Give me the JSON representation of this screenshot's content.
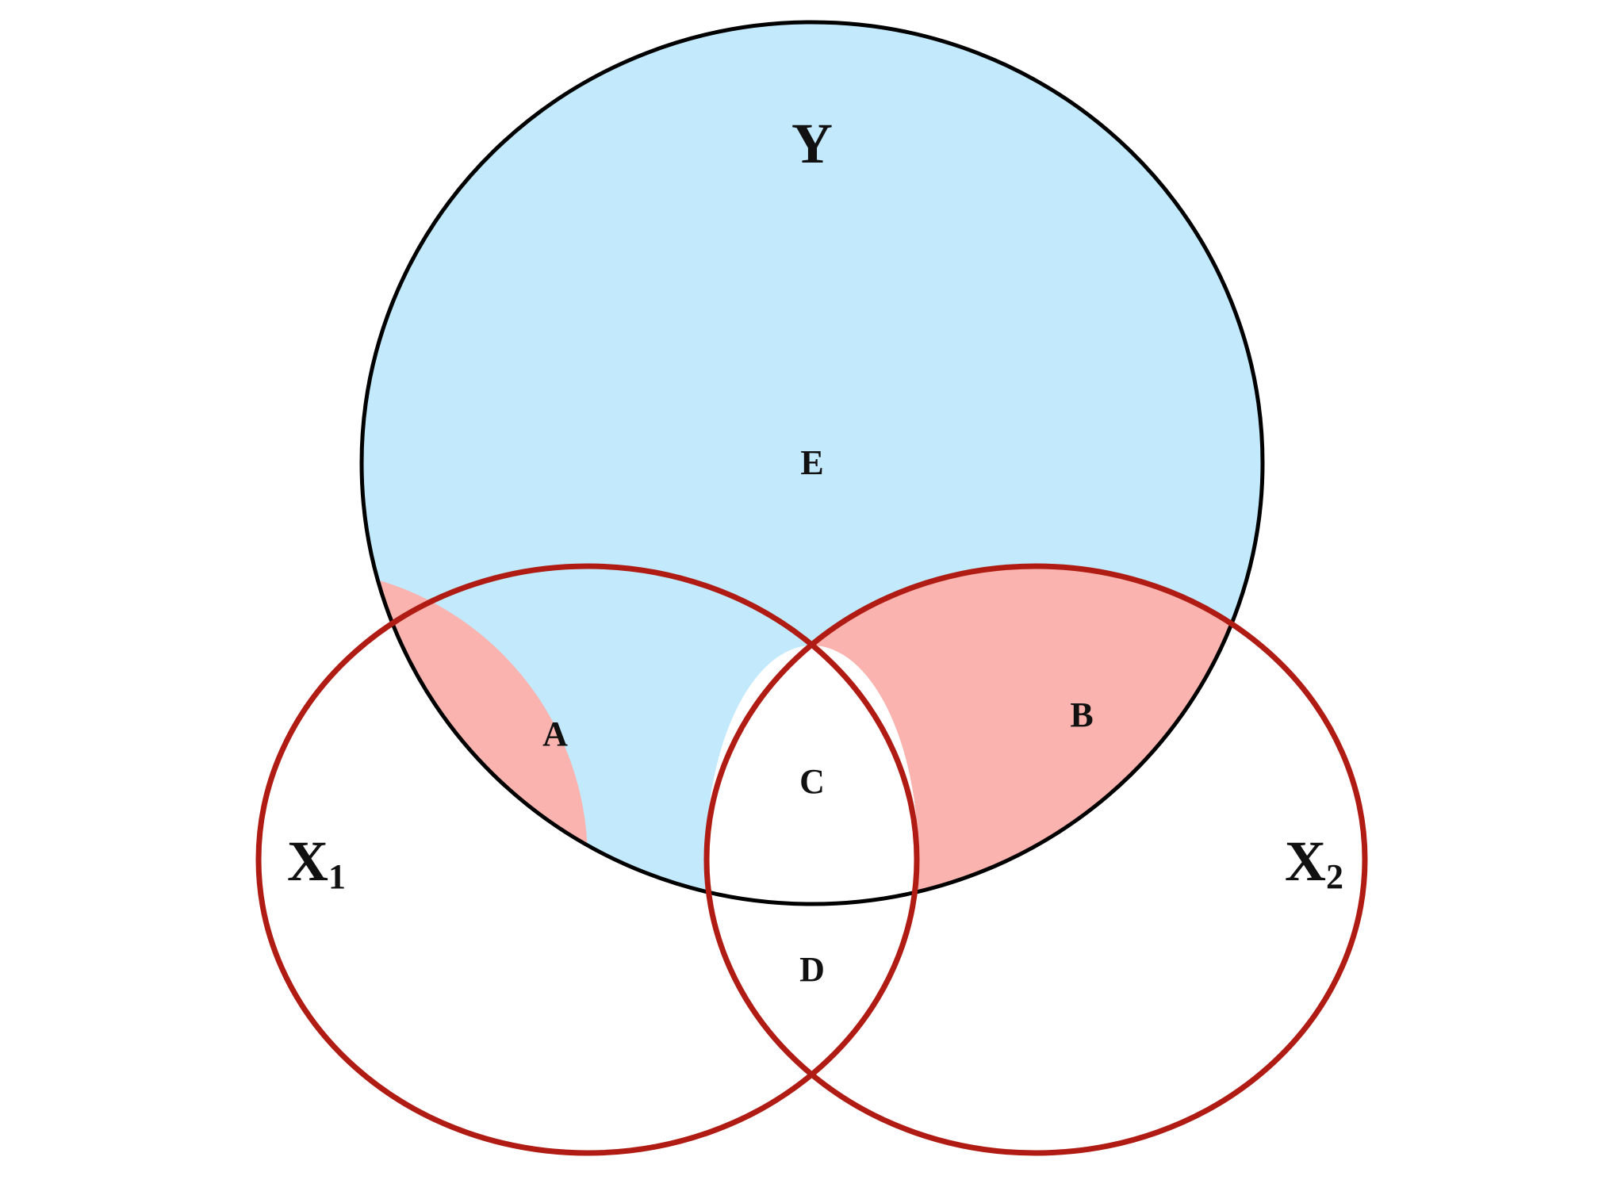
{
  "diagram": {
    "sets": {
      "y": {
        "label": "Y",
        "fill": "#c2eafc",
        "stroke": "#000000"
      },
      "x1": {
        "label": "X",
        "subscript": "1",
        "stroke": "#b01c14"
      },
      "x2": {
        "label": "X",
        "subscript": "2",
        "stroke": "#b01c14"
      }
    },
    "regions": {
      "a": {
        "label": "A",
        "fill": "#fab3ae"
      },
      "b": {
        "label": "B"
      },
      "c": {
        "label": "C"
      },
      "d": {
        "label": "D"
      },
      "e": {
        "label": "E"
      }
    }
  }
}
